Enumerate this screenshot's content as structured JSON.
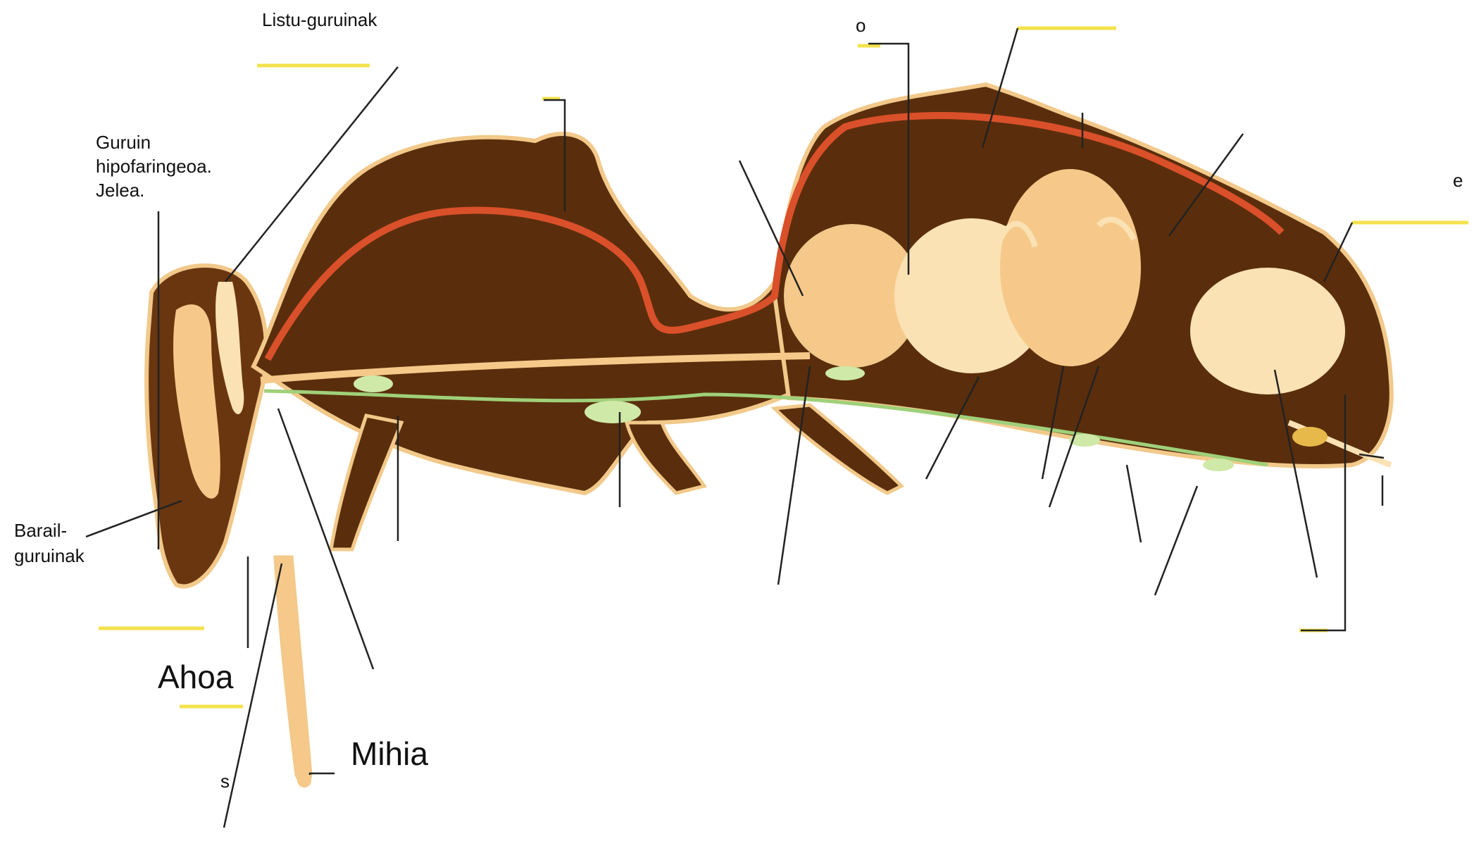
{
  "labels": {
    "listu_guruinak": "Listu-guruinak",
    "guruin_line1": "Guruin",
    "guruin_line2": "hipofaringeoa.",
    "guruin_line3": "Jelea.",
    "barail_line1": "Barail-",
    "barail_line2": "guruinak",
    "ahoa": "Ahoa",
    "mihia": "Mihia",
    "partial_o": "o",
    "partial_e": "e",
    "partial_s": "s"
  },
  "colors": {
    "body_dark": "#5a2e0c",
    "body_mid": "#7a4214",
    "body_outline": "#f2c98a",
    "heart_vessel": "#d9502a",
    "gut": "#f6c98a",
    "gut_light": "#fbe2b4",
    "nerve_cord": "#9fd07a",
    "label_line": "#222222",
    "highlight": "#f3e24a"
  },
  "icons": {
    "illustration": "honeybee-anatomy-cross-section"
  }
}
